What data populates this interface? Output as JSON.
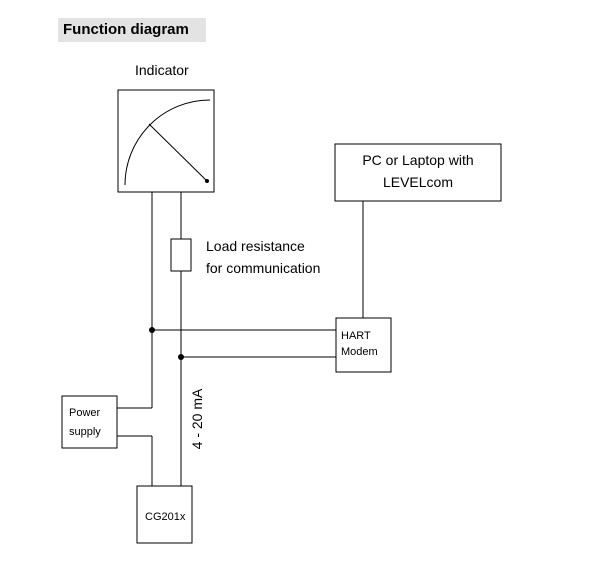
{
  "header": {
    "title": "Function diagram"
  },
  "indicator": {
    "label": "Indicator"
  },
  "pc": {
    "line1": "PC or Laptop with",
    "line2": "LEVELcom"
  },
  "load_resistance": {
    "line1": "Load resistance",
    "line2": "for communication"
  },
  "hart_modem": {
    "line1": "HART",
    "line2": "Modem"
  },
  "power_supply": {
    "line1": "Power",
    "line2": "supply"
  },
  "transmitter": {
    "label": "CG201x"
  },
  "current_loop": {
    "label": "4 - 20 mA"
  }
}
